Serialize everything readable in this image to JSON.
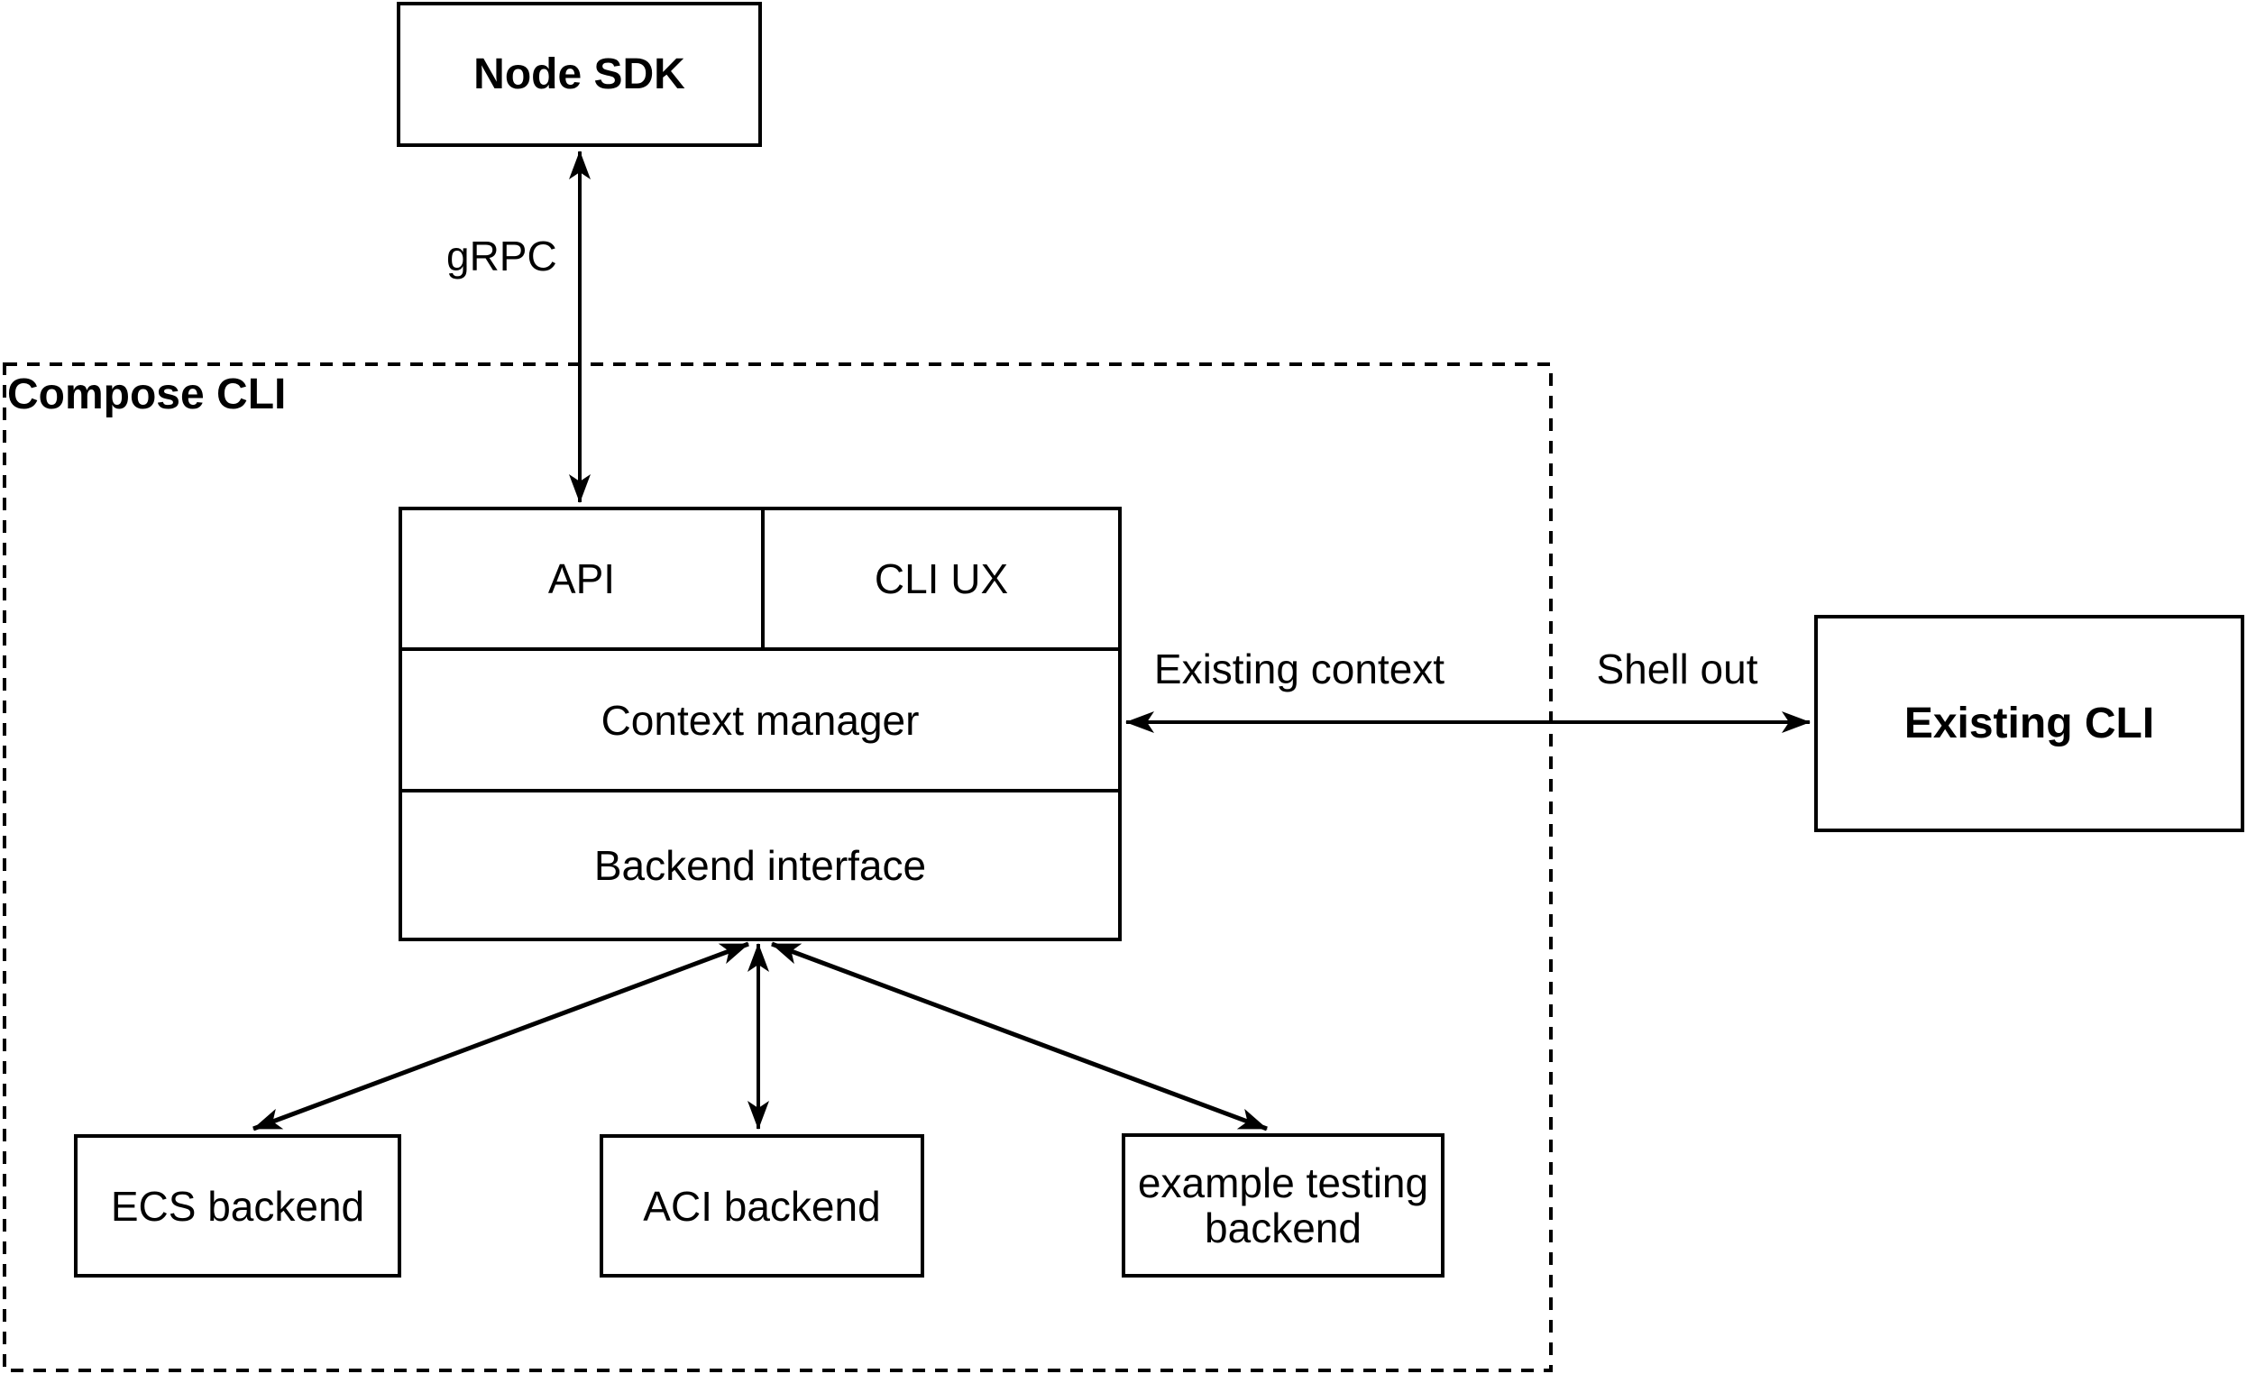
{
  "colors": {
    "stroke": "#000000",
    "background": "#ffffff",
    "text": "#000000"
  },
  "container": {
    "label": "Compose CLI"
  },
  "nodes": {
    "node_sdk": "Node SDK",
    "api": "API",
    "cli_ux": "CLI UX",
    "context_manager": "Context manager",
    "backend_interface": "Backend interface",
    "existing_cli": "Existing CLI",
    "ecs_backend": "ECS backend",
    "aci_backend": "ACI backend",
    "example_testing_backend": "example testing backend"
  },
  "edges": {
    "grpc_label": "gRPC",
    "existing_context_label": "Existing context",
    "shell_out_label": "Shell out"
  }
}
